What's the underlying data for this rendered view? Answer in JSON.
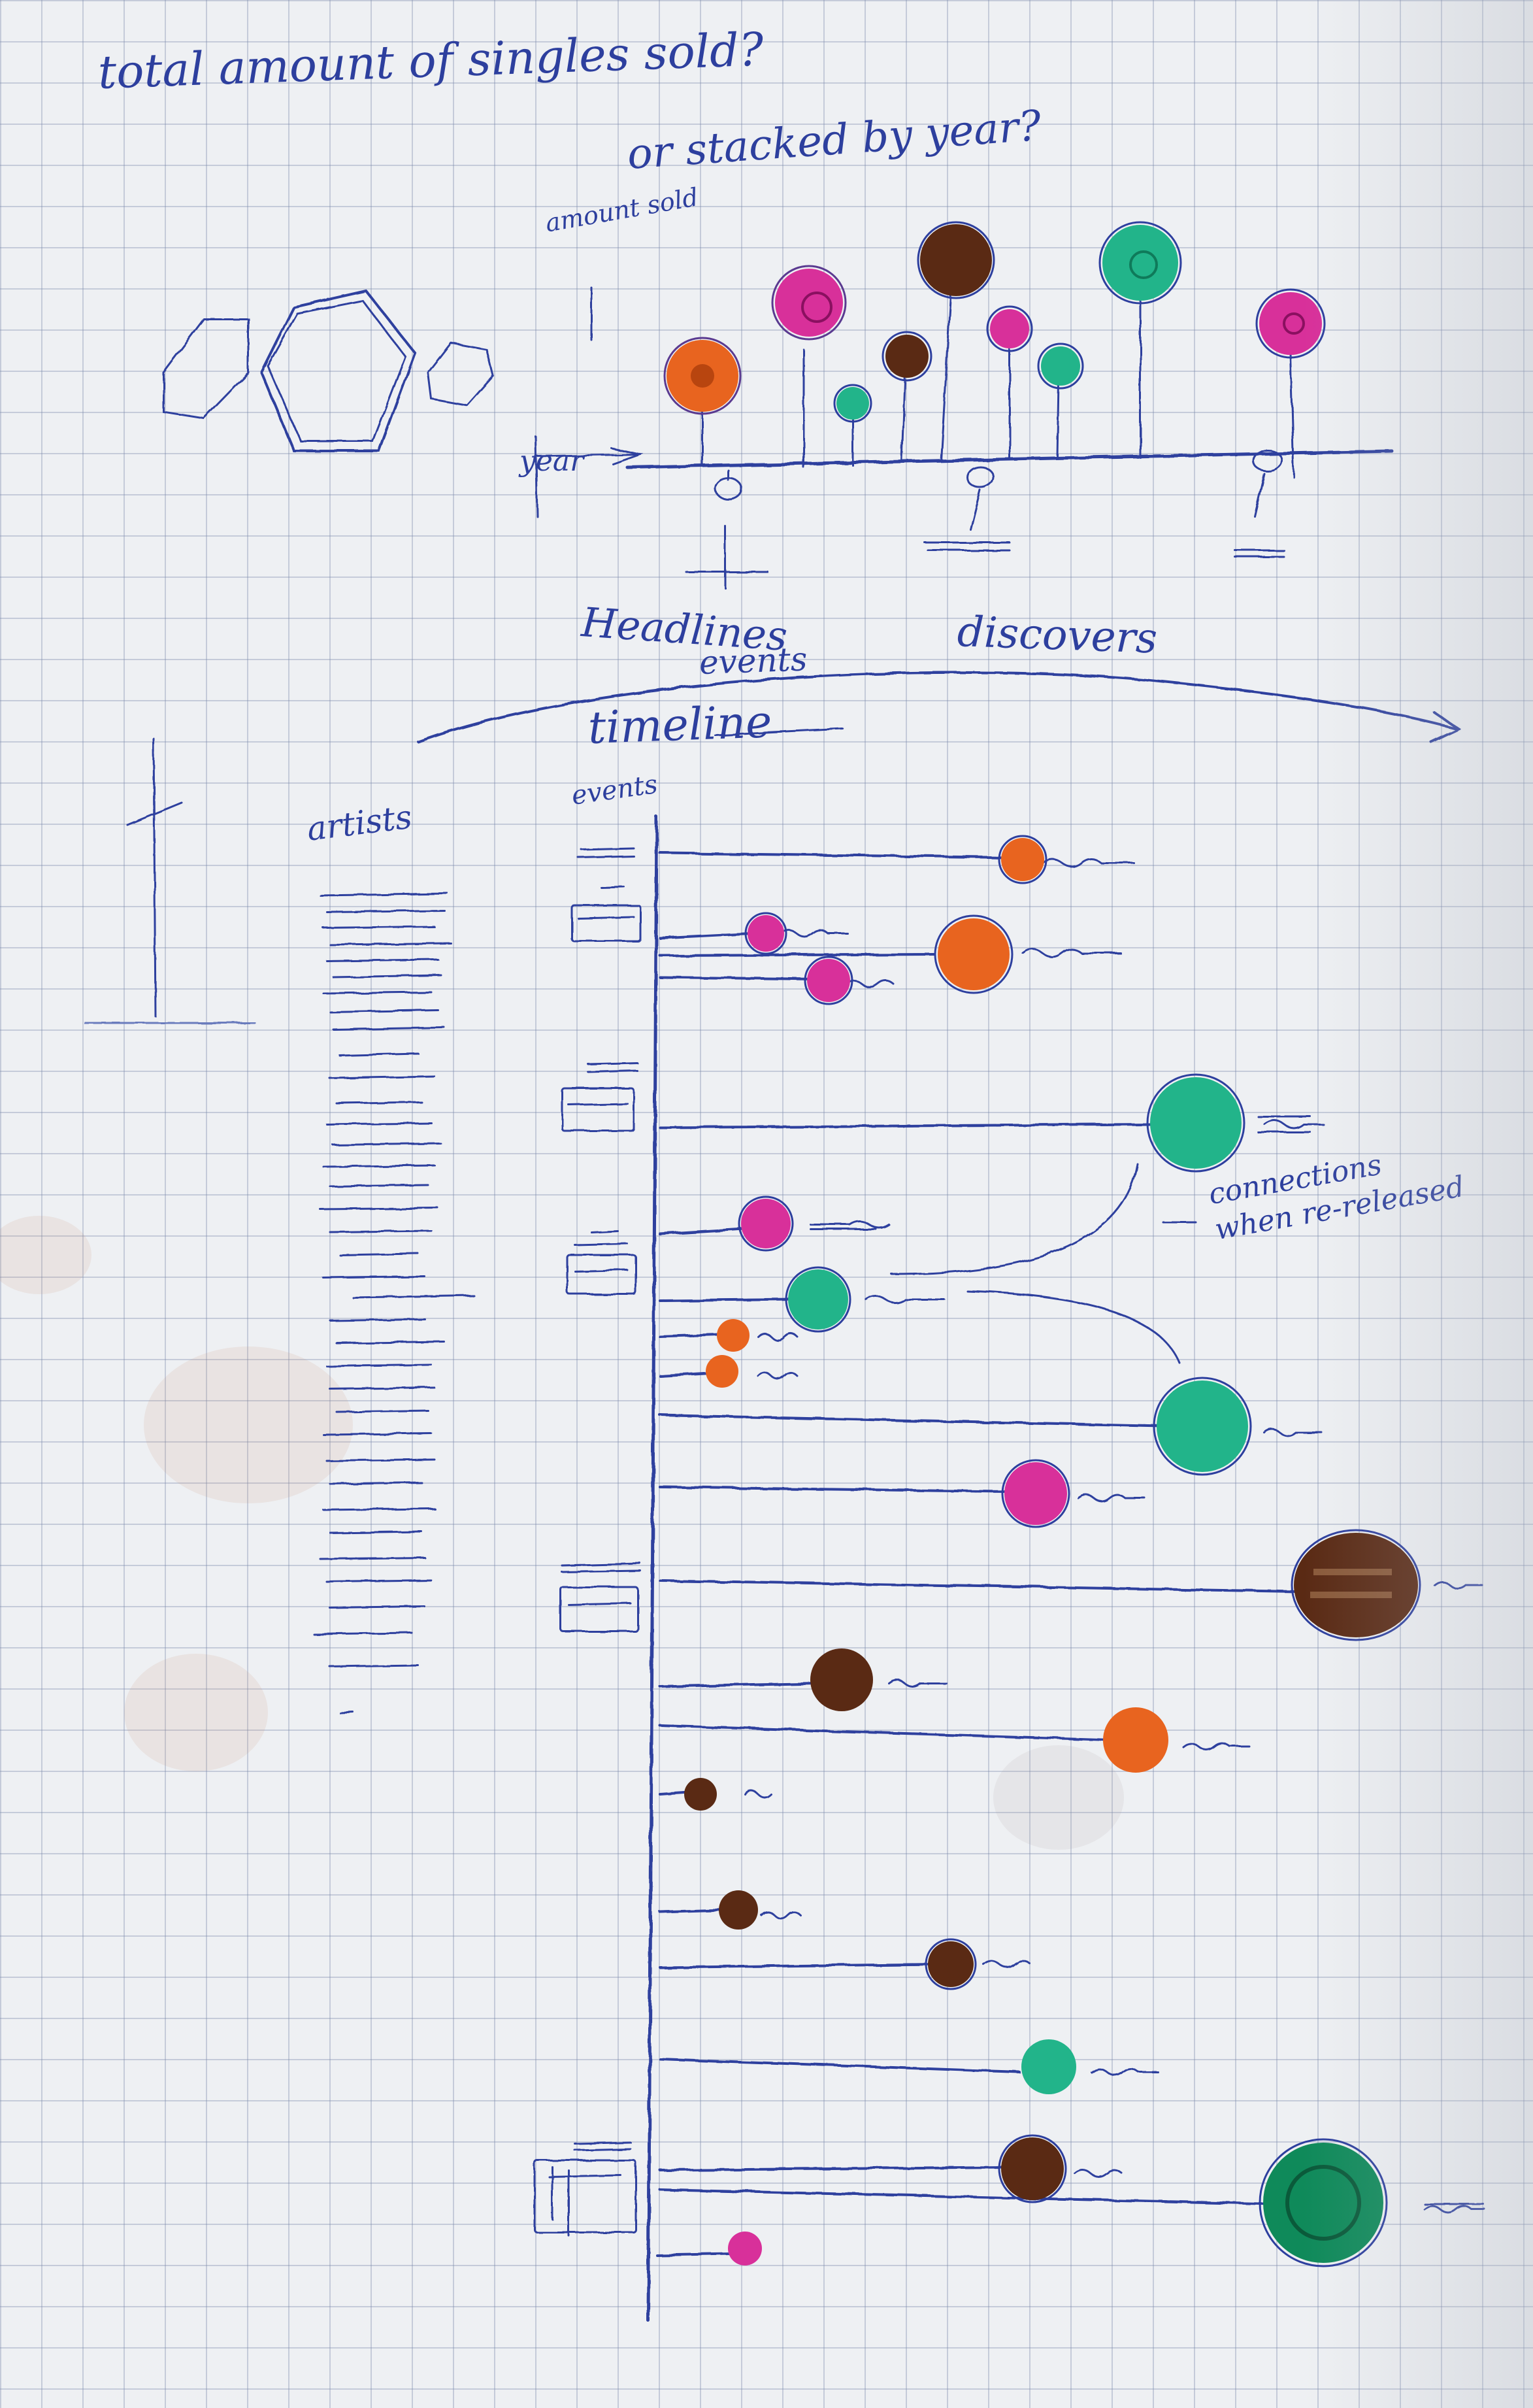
{
  "notes": {
    "question_main": "total amount of singles sold?",
    "question_alt": "or stacked by year?",
    "axis_amount": "amount sold",
    "axis_year": "year",
    "headlines": "Headlines",
    "events_top": "events",
    "discovers": "discovers",
    "timeline": "timeline",
    "events_side": "events",
    "artists": "artists",
    "connections_line1": "connections",
    "connections_line2": "when re-released"
  },
  "colors": {
    "ink": "#2d3f9e",
    "orange": "#e8641f",
    "magenta": "#d8309a",
    "teal": "#22b48a",
    "brown": "#5a2a14",
    "dark_green": "#0f8a5a"
  }
}
